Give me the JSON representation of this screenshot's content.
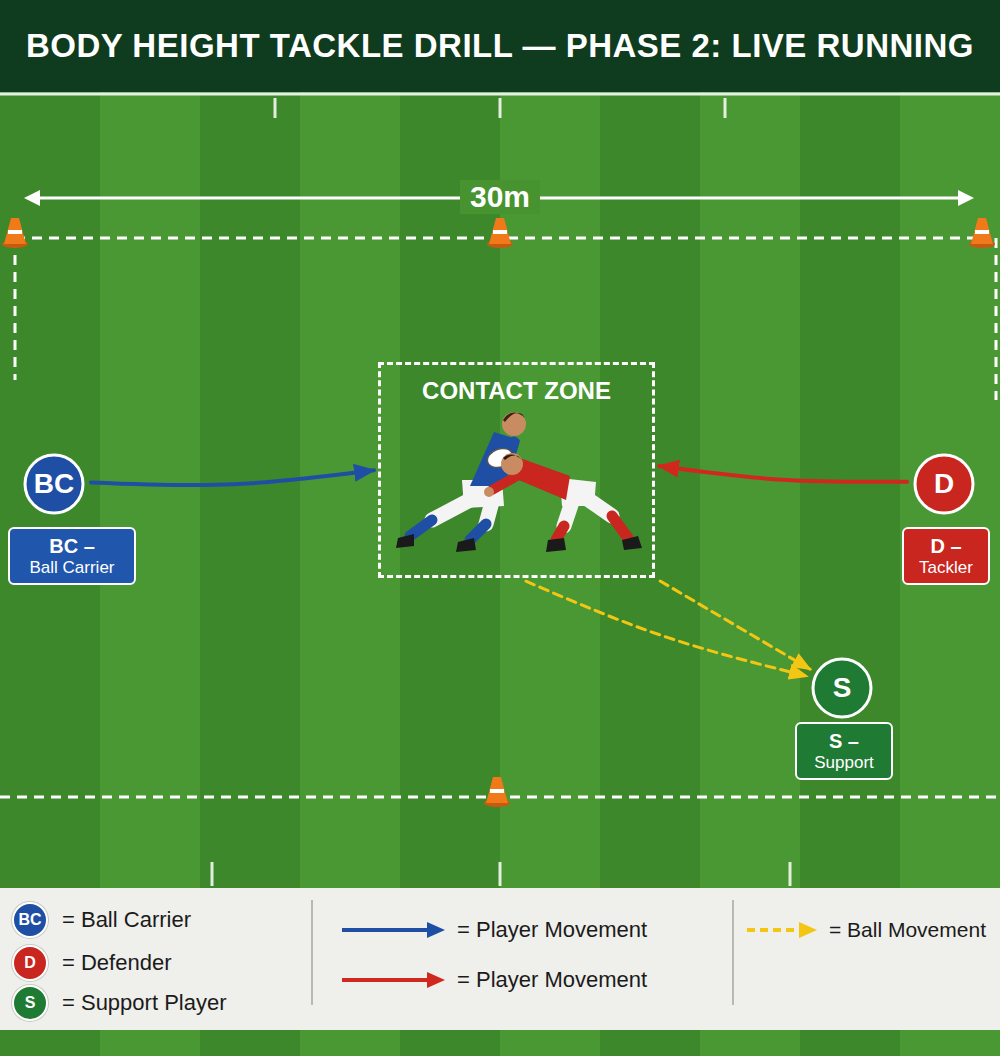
{
  "diagram": {
    "title": "BODY HEIGHT TACKLE DRILL — PHASE 2: LIVE RUNNING",
    "nodes": [
      {
        "text": [
          "CONTACT ZONE"
        ]
      },
      {
        "text": [
          "BC"
        ]
      },
      {
        "text": [
          "BC –",
          "Ball Carrier"
        ]
      },
      {
        "text": [
          "D"
        ]
      },
      {
        "text": [
          "D –",
          "Tackler"
        ]
      },
      {
        "text": [
          "S"
        ]
      },
      {
        "text": [
          "S –",
          "Support"
        ]
      }
    ],
    "edges": [
      {
        "from": 1,
        "to": 0,
        "arrow": "to"
      },
      {
        "from": 3,
        "to": 0,
        "arrow": "to"
      },
      {
        "from": 0,
        "to": 5,
        "arrow": "to"
      },
      {
        "from": 0,
        "to": 5,
        "arrow": "to"
      }
    ],
    "labels": [
      "30m",
      "BC",
      "D",
      "S"
    ],
    "legend": [
      {
        "text": "= Ball Carrier",
        "color": "#1f4fa5"
      },
      {
        "text": "= Defender",
        "color": "#c8261f"
      },
      {
        "text": "= Support Player",
        "color": "#1f7a34"
      },
      {
        "text": "= Player Movement"
      },
      {
        "text": "= Player Movement"
      },
      {
        "text": "= Ball Movement"
      }
    ]
  }
}
